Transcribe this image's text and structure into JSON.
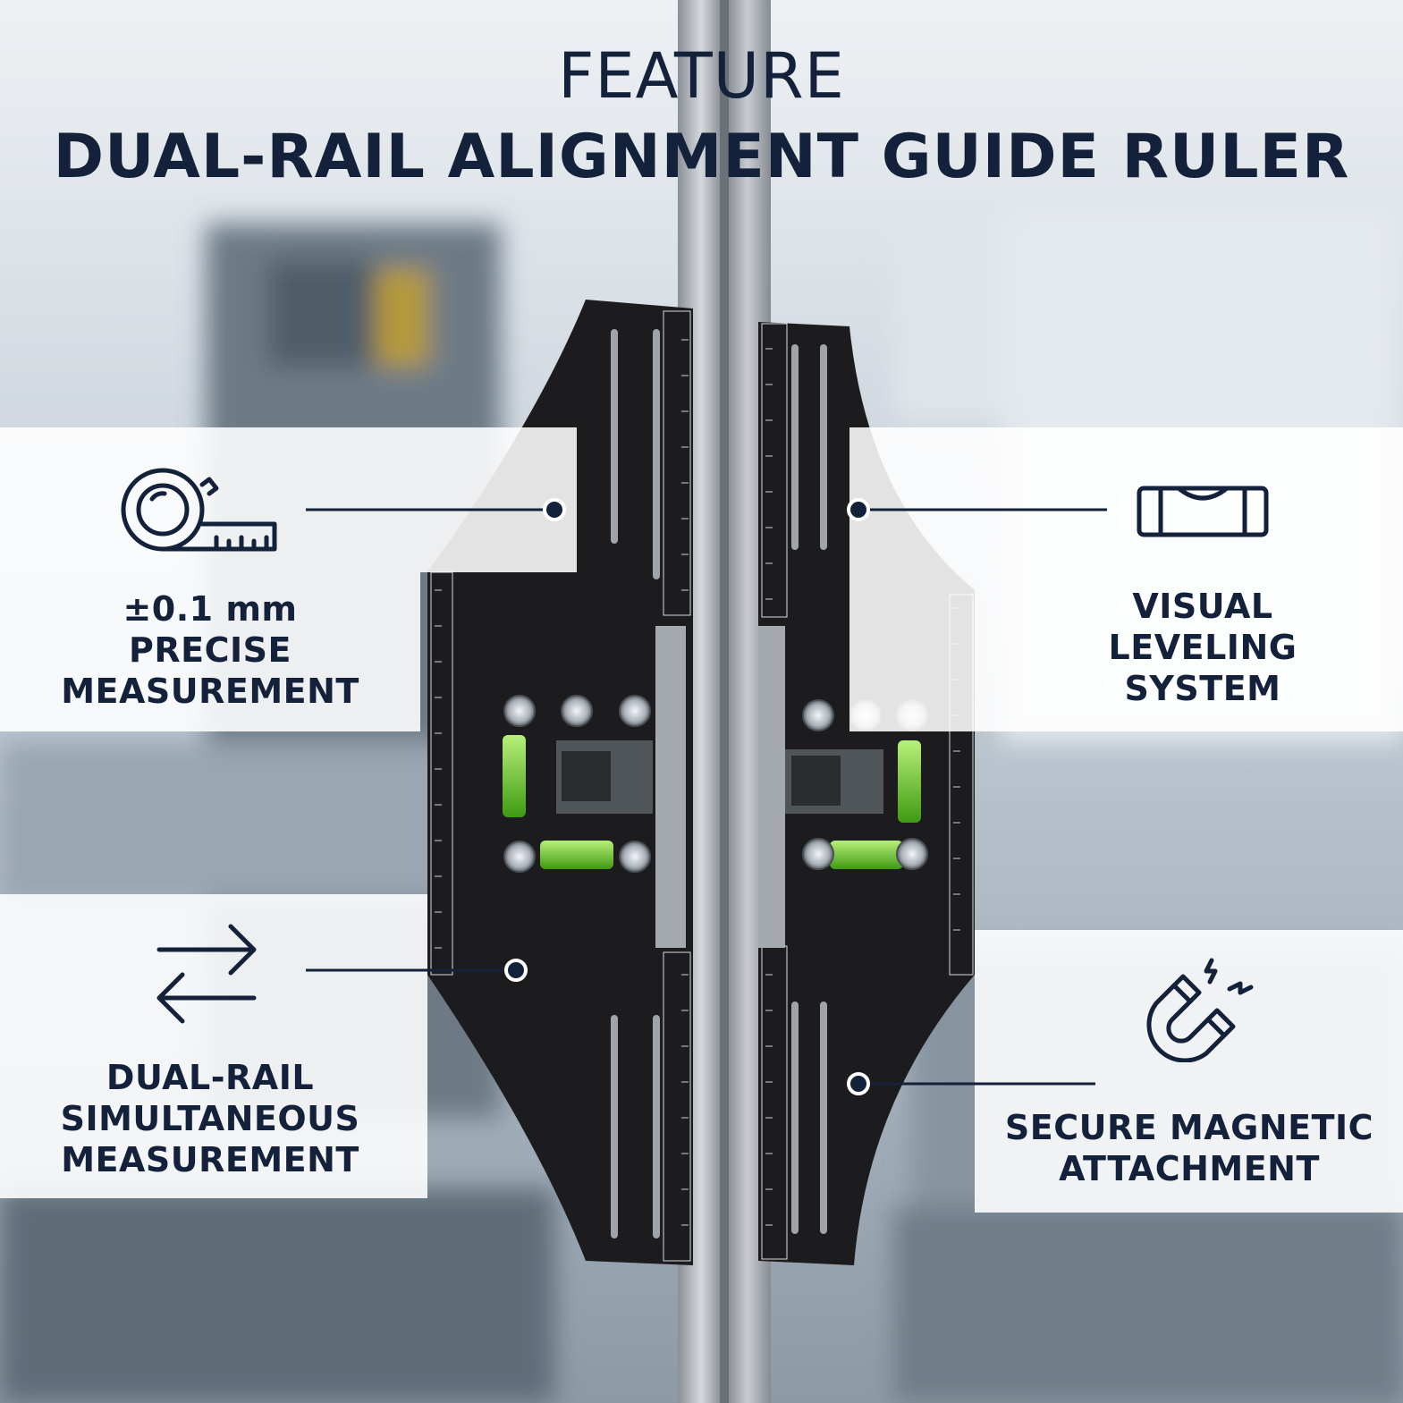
{
  "header": {
    "line1": "FEATURE",
    "line2": "DUAL-RAIL ALIGNMENT GUIDE RULER"
  },
  "features": [
    {
      "icon": "tape-measure-icon",
      "lines": [
        "±0.1 mm",
        "PRECISE",
        "MEASUREMENT"
      ]
    },
    {
      "icon": "spirit-level-icon",
      "lines": [
        "VISUAL",
        "LEVELING",
        "SYSTEM"
      ]
    },
    {
      "icon": "bidirectional-arrows-icon",
      "lines": [
        "DUAL-RAIL",
        "SIMULTANEOUS",
        "MEASUREMENT"
      ]
    },
    {
      "icon": "magnet-icon",
      "lines": [
        "SECURE MAGNETIC",
        "ATTACHMENT"
      ]
    }
  ],
  "colors": {
    "text": "#14213a",
    "plate": "#1c1c1e",
    "bubble": "#7fd43a",
    "band": "#ffffff"
  }
}
